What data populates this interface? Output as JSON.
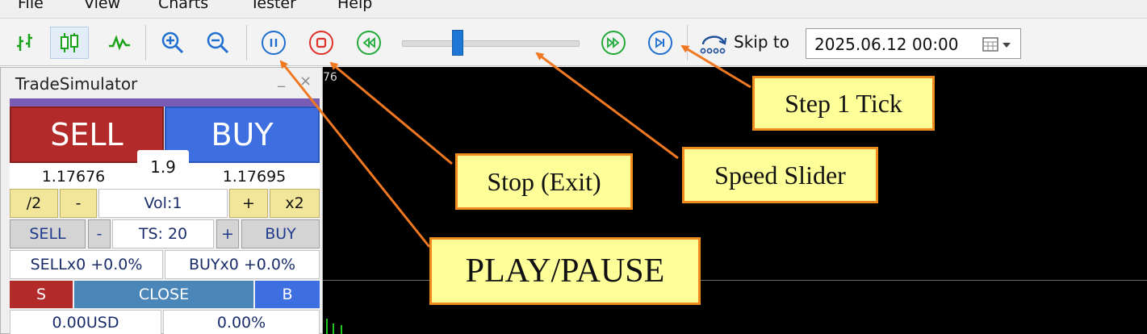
{
  "menu": {
    "items": [
      "File",
      "View",
      "Charts",
      "Tester",
      "Help"
    ]
  },
  "toolbar": {
    "icons": {
      "bar_chart": "bar-chart-icon",
      "candlestick": "candlestick-icon",
      "line_chart": "line-chart-icon",
      "zoom_in": "zoom-in-icon",
      "zoom_out": "zoom-out-icon",
      "play_pause": "pause-icon",
      "stop": "stop-icon",
      "rewind": "rewind-icon",
      "fast_forward": "fast-forward-icon",
      "step": "step-forward-icon",
      "skip": "skip-to-icon",
      "calendar": "calendar-icon"
    },
    "speed_level": 0.3,
    "skip_label": "Skip to",
    "skip_value": "2025.06.12 00:00"
  },
  "chart": {
    "partial_label": "76"
  },
  "panel": {
    "title": "TradeSimulator",
    "minimize": "_",
    "close_x": "×",
    "sell_label": "SELL",
    "buy_label": "BUY",
    "spread": "1.9",
    "bid": "1.17676",
    "ask": "1.17695",
    "half": "/2",
    "minus": "-",
    "volume": "Vol:1",
    "plus": "+",
    "double": "x2",
    "ts_sell": "SELL",
    "ts_minus": "-",
    "ts_value": "TS: 20",
    "ts_plus": "+",
    "ts_buy": "BUY",
    "sell_pos": "SELLx0 +0.0%",
    "buy_pos": "BUYx0 +0.0%",
    "close_sell": "S",
    "close_all": "CLOSE",
    "close_buy": "B",
    "profit": "0.00USD",
    "profit_pct": "0.00%"
  },
  "annotations": {
    "step": "Step 1 Tick",
    "stop": "Stop (Exit)",
    "speed": "Speed Slider",
    "play": "PLAY/PAUSE"
  },
  "colors": {
    "sell": "#b22a2a",
    "buy": "#3e6fe0",
    "callout_bg": "#ffff99",
    "callout_border": "#f08c1e",
    "slider": "#1e76d6"
  }
}
